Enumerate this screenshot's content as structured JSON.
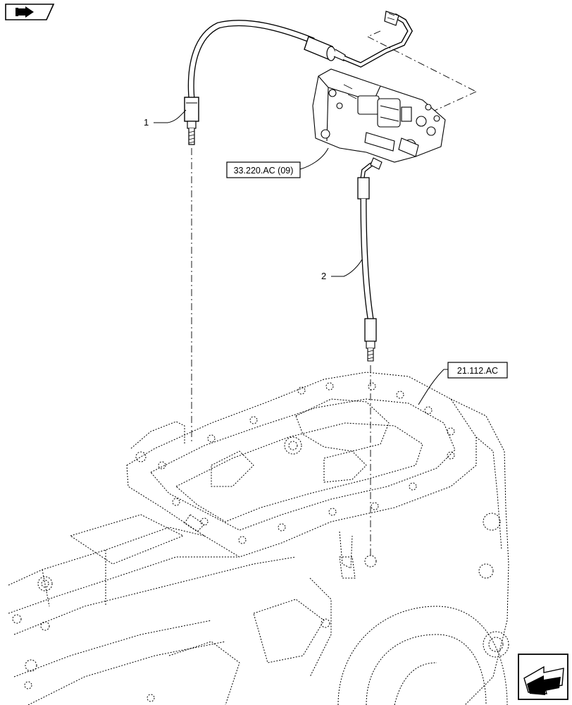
{
  "callouts": {
    "part1": "1",
    "part2": "2",
    "ref_valve": "33.220.AC (09)",
    "ref_housing": "21.112.AC"
  },
  "icons": {
    "top_left": "flag-arrow-icon",
    "bottom_right": "next-page-arrow-icon"
  }
}
